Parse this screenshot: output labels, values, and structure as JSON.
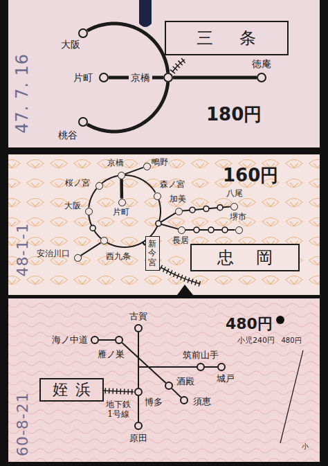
{
  "diagram": {
    "nodes": [
      {
        "text": [
          "大阪"
        ]
      },
      {
        "text": [
          "片町"
        ]
      },
      {
        "text": [
          "京橋"
        ]
      },
      {
        "text": [
          "桃谷"
        ]
      },
      {
        "text": [
          "徳庵"
        ]
      },
      {
        "text": [
          "三条"
        ]
      },
      {
        "text": [
          "桜ノ宮"
        ]
      },
      {
        "text": [
          "京橋"
        ]
      },
      {
        "text": [
          "鴫野"
        ]
      },
      {
        "text": [
          "森ノ宮"
        ]
      },
      {
        "text": [
          "加美"
        ]
      },
      {
        "text": [
          "八尾"
        ]
      },
      {
        "text": [
          "片町"
        ]
      },
      {
        "text": [
          "大阪"
        ]
      },
      {
        "text": [
          "新今宮"
        ]
      },
      {
        "text": [
          "長居"
        ]
      },
      {
        "text": [
          "堺市"
        ]
      },
      {
        "text": [
          "安治川口"
        ]
      },
      {
        "text": [
          "西九条"
        ]
      },
      {
        "text": [
          "忠岡"
        ]
      },
      {
        "text": [
          "古賀"
        ]
      },
      {
        "text": [
          "海ノ中道"
        ]
      },
      {
        "text": [
          "雁ノ巣"
        ]
      },
      {
        "text": [
          "筑前山手"
        ]
      },
      {
        "text": [
          "城戸"
        ]
      },
      {
        "text": [
          "酒殿"
        ]
      },
      {
        "text": [
          "須恵"
        ]
      },
      {
        "text": [
          "博多"
        ]
      },
      {
        "text": [
          "原田"
        ]
      },
      {
        "text": [
          "姪浜"
        ]
      }
    ],
    "edges": [
      {
        "from": 0,
        "to": 2,
        "arrow": "none"
      },
      {
        "from": 2,
        "to": 3,
        "arrow": "none"
      },
      {
        "from": 1,
        "to": 2,
        "arrow": "none"
      },
      {
        "from": 2,
        "to": 4,
        "arrow": "none"
      },
      {
        "from": 13,
        "to": 6,
        "arrow": "none"
      },
      {
        "from": 6,
        "to": 7,
        "arrow": "none"
      },
      {
        "from": 7,
        "to": 9,
        "arrow": "none"
      },
      {
        "from": 9,
        "to": 14,
        "arrow": "none"
      },
      {
        "from": 14,
        "to": 18,
        "arrow": "none"
      },
      {
        "from": 18,
        "to": 13,
        "arrow": "none"
      },
      {
        "from": 7,
        "to": 8,
        "arrow": "none"
      },
      {
        "from": 7,
        "to": 12,
        "arrow": "none"
      },
      {
        "from": 10,
        "to": 11,
        "arrow": "none"
      },
      {
        "from": 15,
        "to": 16,
        "arrow": "none"
      },
      {
        "from": 18,
        "to": 17,
        "arrow": "none"
      },
      {
        "from": 20,
        "to": 27,
        "arrow": "none"
      },
      {
        "from": 27,
        "to": 28,
        "arrow": "none"
      },
      {
        "from": 21,
        "to": 22,
        "arrow": "none"
      },
      {
        "from": 22,
        "to": 25,
        "arrow": "none"
      },
      {
        "from": 25,
        "to": 26,
        "arrow": "none"
      },
      {
        "from": 23,
        "to": 24,
        "arrow": "none"
      }
    ],
    "labels": [
      "47. 7. 16",
      "180円",
      "160円",
      "48-1-1",
      "480円",
      "小児240円",
      "480円",
      "地下鉄 1号線",
      "60-8-21",
      "小"
    ]
  }
}
